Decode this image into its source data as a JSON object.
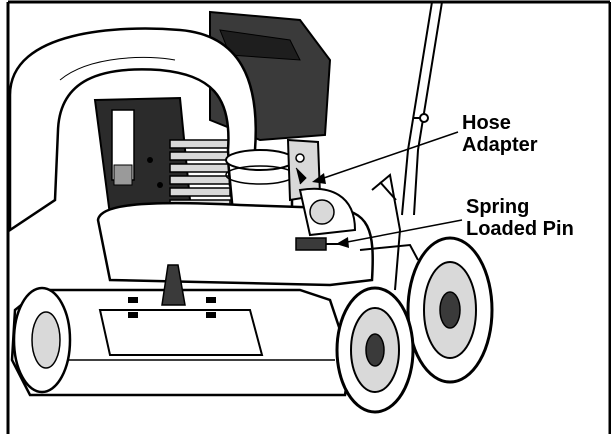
{
  "callouts": {
    "hose_adapter": {
      "line1": "Hose",
      "line2": "Adapter"
    },
    "spring_loaded_pin": {
      "line1": "Spring",
      "line2": "Loaded Pin"
    }
  },
  "colors": {
    "ink": "#000000",
    "paper": "#ffffff",
    "engine_dark": "#3a3a3a",
    "shade_light": "#d9d9d9",
    "shade_mid": "#9a9a9a"
  }
}
